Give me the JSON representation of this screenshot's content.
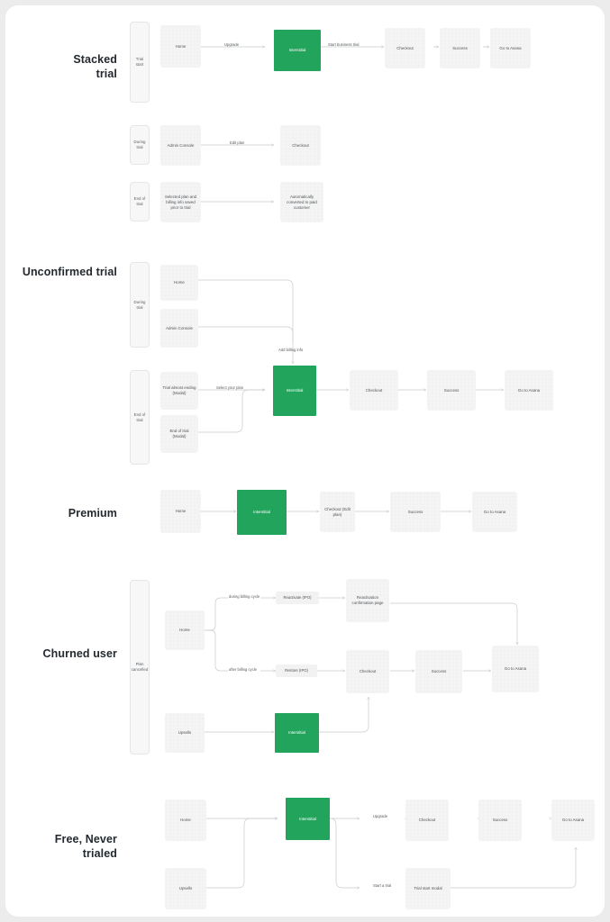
{
  "page": {
    "title": "Asana billing & upgrade flow diagram",
    "background_color": "#ececec",
    "canvas_color": "#ffffff",
    "accent_color": "#22a45d",
    "node_fill_color": "#f4f4f4",
    "edge_color": "#c9cbcd"
  },
  "sections": [
    {
      "id": "stacked-trial",
      "label": "Stacked\ntrial",
      "lanes": [
        {
          "id": "trial-start",
          "label": "Trial\nstart"
        },
        {
          "id": "during-trial",
          "label": "During\ntrial"
        },
        {
          "id": "end-of-trial",
          "label": "End of\ntrial"
        }
      ],
      "nodes": [
        {
          "id": "st-home",
          "label": "Home",
          "kind": "default"
        },
        {
          "id": "st-interstitial",
          "label": "Interstitial",
          "kind": "green"
        },
        {
          "id": "st-checkout",
          "label": "Checkout",
          "kind": "default"
        },
        {
          "id": "st-success",
          "label": "Success",
          "kind": "default"
        },
        {
          "id": "st-goto",
          "label": "Go to Asana",
          "kind": "default"
        },
        {
          "id": "st-admin",
          "label": "Admin Console",
          "kind": "default"
        },
        {
          "id": "st-checkout2",
          "label": "Checkout",
          "kind": "default"
        },
        {
          "id": "st-saved",
          "label": "Selected plan and\nbilling info saved\nprior to trial",
          "kind": "default"
        },
        {
          "id": "st-converted",
          "label": "Automatically\nconverted to paid\ncustomer",
          "kind": "default"
        }
      ],
      "edge_labels": [
        {
          "id": "st-upgrade",
          "label": "Upgrade"
        },
        {
          "id": "st-sbt",
          "label": "Start business trial"
        },
        {
          "id": "st-editplan",
          "label": "Edit plan"
        }
      ]
    },
    {
      "id": "unconfirmed-trial",
      "label": "Unconfirmed trial",
      "lanes": [
        {
          "id": "uc-during-trial",
          "label": "During\ntrial"
        },
        {
          "id": "uc-end-of-trial",
          "label": "End of\ntrial"
        }
      ],
      "nodes": [
        {
          "id": "uc-home",
          "label": "Home",
          "kind": "default"
        },
        {
          "id": "uc-admin",
          "label": "Admin Console",
          "kind": "default"
        },
        {
          "id": "uc-almost",
          "label": "Trial almost ending\n(Modal)",
          "kind": "default"
        },
        {
          "id": "uc-endmodal",
          "label": "End of trial\n(Modal)",
          "kind": "default"
        },
        {
          "id": "uc-interstitial",
          "label": "Interstitial",
          "kind": "green"
        },
        {
          "id": "uc-checkout",
          "label": "Checkout",
          "kind": "default"
        },
        {
          "id": "uc-success",
          "label": "Success",
          "kind": "default"
        },
        {
          "id": "uc-goto",
          "label": "Go to Asana",
          "kind": "default"
        }
      ],
      "edge_labels": [
        {
          "id": "uc-addbilling",
          "label": "Add billing info"
        },
        {
          "id": "uc-selectplan",
          "label": "Select your plan"
        }
      ]
    },
    {
      "id": "premium",
      "label": "Premium",
      "lanes": [],
      "nodes": [
        {
          "id": "pr-home",
          "label": "Home",
          "kind": "default"
        },
        {
          "id": "pr-interstitial",
          "label": "Interstitial",
          "kind": "green"
        },
        {
          "id": "pr-checkout",
          "label": "Checkout (Edit\nplan)",
          "kind": "default"
        },
        {
          "id": "pr-success",
          "label": "Success",
          "kind": "default"
        },
        {
          "id": "pr-goto",
          "label": "Go to Asana",
          "kind": "default"
        }
      ],
      "edge_labels": []
    },
    {
      "id": "churned-user",
      "label": "Churned user",
      "lanes": [
        {
          "id": "cu-plan-cancelled",
          "label": "Plan\ncancelled"
        }
      ],
      "nodes": [
        {
          "id": "cu-home",
          "label": "Home",
          "kind": "default"
        },
        {
          "id": "cu-reconf",
          "label": "Reactivation\nconfirmation page",
          "kind": "default"
        },
        {
          "id": "cu-checkout",
          "label": "Checkout",
          "kind": "default"
        },
        {
          "id": "cu-success",
          "label": "Success",
          "kind": "default"
        },
        {
          "id": "cu-goto",
          "label": "Go to Asana",
          "kind": "default"
        },
        {
          "id": "cu-upsells",
          "label": "Upsells",
          "kind": "default"
        },
        {
          "id": "cu-interstitial",
          "label": "Interstitial",
          "kind": "green"
        }
      ],
      "pills": [
        {
          "id": "cu-reactivate",
          "label": "Reactivate (IPO)"
        },
        {
          "id": "cu-restore",
          "label": "Restore (IPO)"
        }
      ],
      "edge_labels": [
        {
          "id": "cu-during",
          "label": "during billing cycle"
        },
        {
          "id": "cu-after",
          "label": "after billing cycle"
        }
      ]
    },
    {
      "id": "free-never-trialed",
      "label": "Free, Never\ntrialed",
      "lanes": [],
      "nodes": [
        {
          "id": "fn-home",
          "label": "Home",
          "kind": "default"
        },
        {
          "id": "fn-upsells",
          "label": "Upsells",
          "kind": "default"
        },
        {
          "id": "fn-interstitial",
          "label": "Interstitial",
          "kind": "green"
        },
        {
          "id": "fn-checkout",
          "label": "Checkout",
          "kind": "default"
        },
        {
          "id": "fn-success",
          "label": "Success",
          "kind": "default"
        },
        {
          "id": "fn-goto",
          "label": "Go to Asana",
          "kind": "default"
        },
        {
          "id": "fn-trialmodal",
          "label": "Trial start modal",
          "kind": "default"
        }
      ],
      "edge_labels": [
        {
          "id": "fn-upgrade",
          "label": "Upgrade"
        },
        {
          "id": "fn-start",
          "label": "Start a trial"
        }
      ]
    }
  ]
}
